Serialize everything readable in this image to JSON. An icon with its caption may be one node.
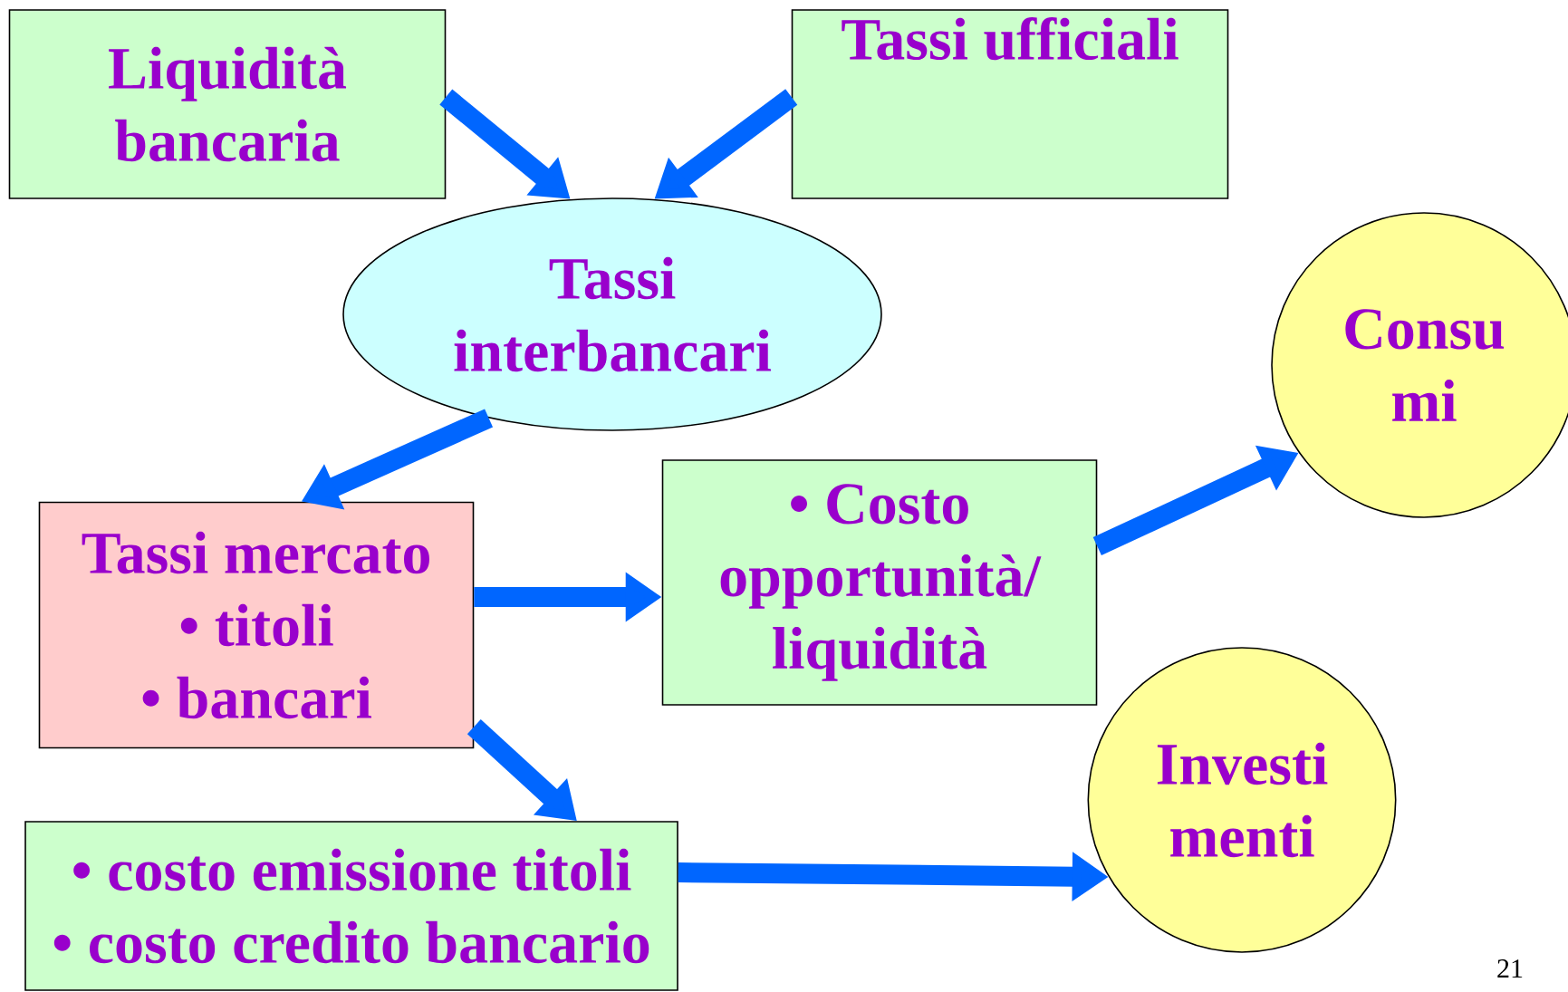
{
  "diagram": {
    "nodes": [
      {
        "text": [
          "Liquidità bancaria"
        ]
      },
      {
        "text": [
          "Tassi ufficiali"
        ]
      },
      {
        "text": [
          "Tassi interbancari"
        ]
      },
      {
        "text": [
          "Tassi mercato",
          "• titoli",
          "• bancari"
        ]
      },
      {
        "text": [
          "• Costo opportunità/ liquidità"
        ]
      },
      {
        "text": [
          "Consu mi"
        ]
      },
      {
        "text": [
          "Investi menti"
        ]
      },
      {
        "text": [
          "• costo emissione titoli",
          "• costo credito bancario"
        ]
      }
    ],
    "edges": [
      {
        "from": 0,
        "to": 2,
        "arrow": "to"
      },
      {
        "from": 1,
        "to": 2,
        "arrow": "to"
      },
      {
        "from": 2,
        "to": 3,
        "arrow": "to"
      },
      {
        "from": 3,
        "to": 4,
        "arrow": "to"
      },
      {
        "from": 4,
        "to": 5,
        "arrow": "to"
      },
      {
        "from": 3,
        "to": 7,
        "arrow": "to"
      },
      {
        "from": 7,
        "to": 6,
        "arrow": "to"
      }
    ],
    "labels": [
      "21"
    ]
  }
}
